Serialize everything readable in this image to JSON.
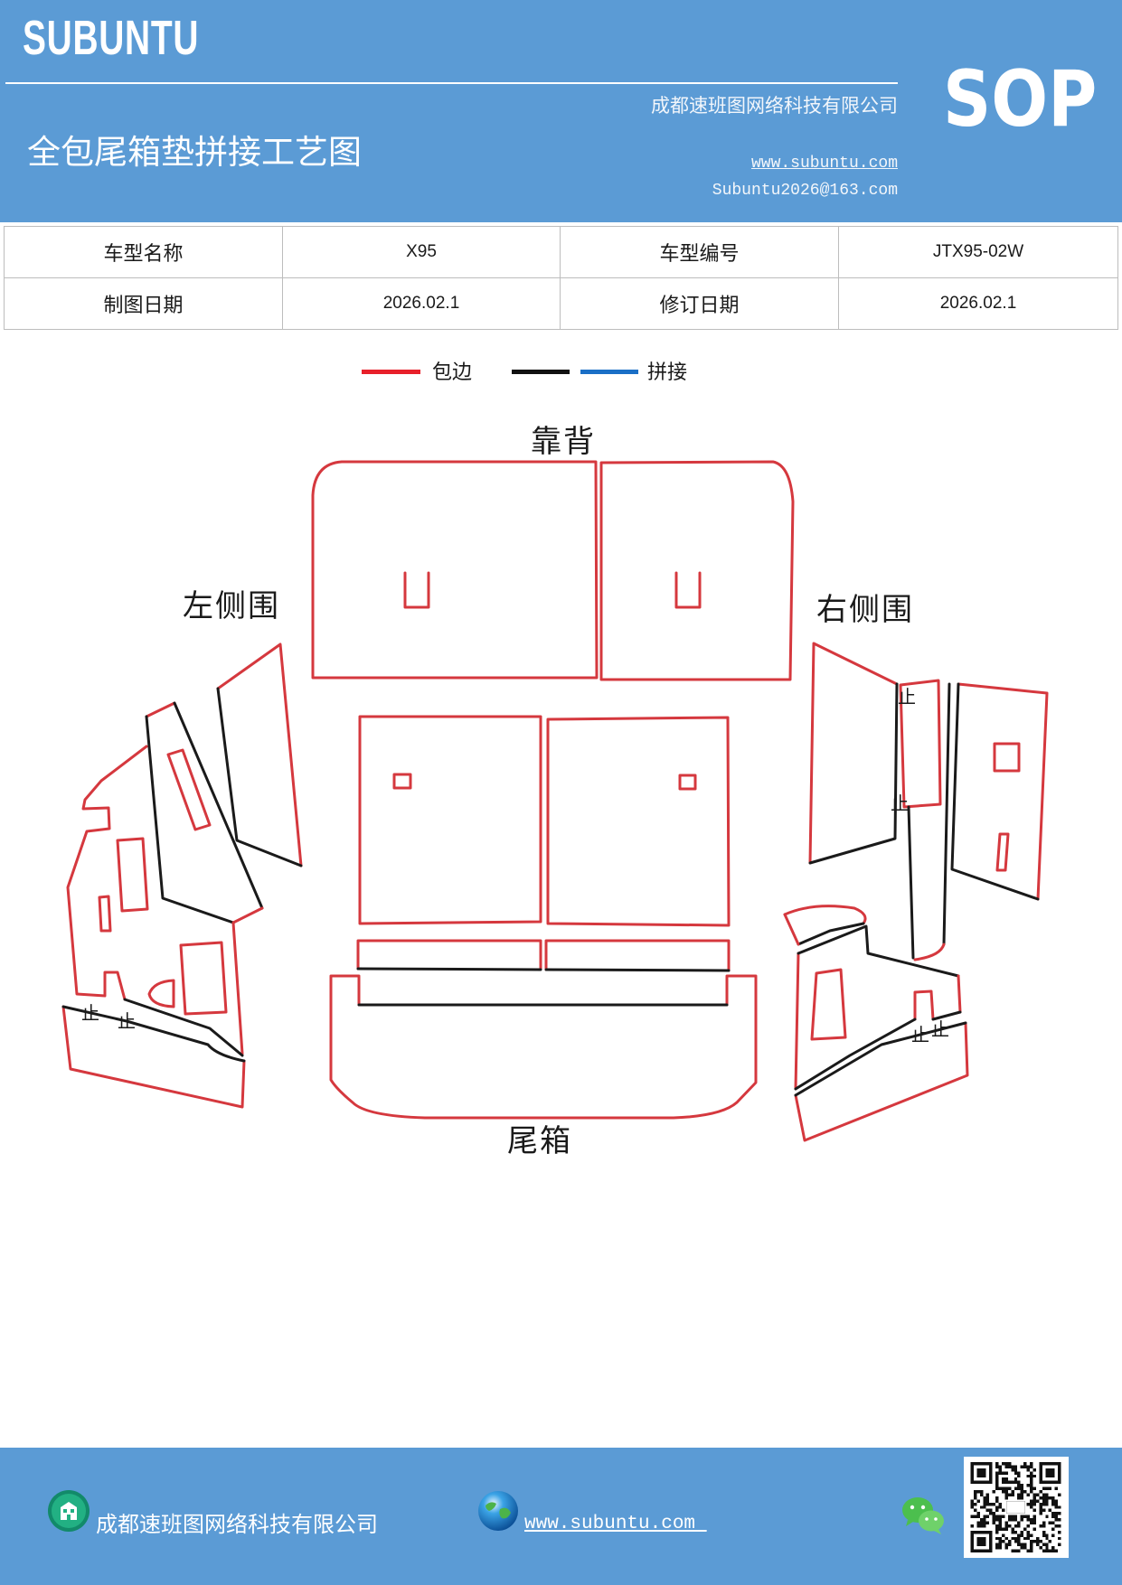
{
  "header": {
    "logo": "SUBUNTU",
    "company": "成都速班图网络科技有限公司",
    "title": "全包尾箱垫拼接工艺图",
    "website": "www.subuntu.com",
    "email": "Subuntu2026@163.com",
    "badge": "SOP"
  },
  "info_table": {
    "rows": [
      [
        "车型名称",
        "X95",
        "车型编号",
        "JTX95-02W"
      ],
      [
        "制图日期",
        "2026.02.1",
        "修订日期",
        "2026.02.1"
      ]
    ]
  },
  "legend": {
    "items": [
      {
        "label": "包边",
        "line_colors": [
          "#e8202a"
        ]
      },
      {
        "label": "拼接",
        "line_colors": [
          "#111111",
          "#1a6fc6"
        ]
      }
    ]
  },
  "diagram": {
    "labels": {
      "backrest": "靠背",
      "left_side": "左侧围",
      "right_side": "右侧围",
      "trunk": "尾箱"
    },
    "stop_mark": "止",
    "colors": {
      "edge": "#d5383e",
      "seam": "#1a1a1a"
    }
  },
  "footer": {
    "company": "成都速班图网络科技有限公司",
    "website": "www.subuntu.com ",
    "icons": [
      "building-icon",
      "globe-icon",
      "wechat-icon",
      "qr-code"
    ]
  },
  "theme": {
    "brand": "#5b9bd5",
    "text_on_brand": "#ffffff"
  }
}
